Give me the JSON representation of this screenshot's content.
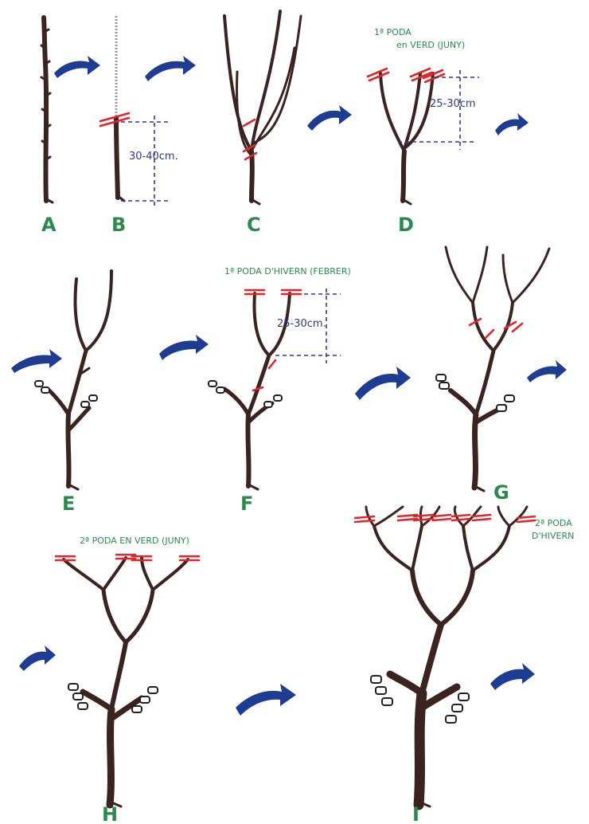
{
  "stages": [
    "A",
    "B",
    "C",
    "D",
    "E",
    "F",
    "G",
    "H",
    "I"
  ],
  "notes": {
    "d_title_1": "1ª PODA",
    "d_title_2": "en VERD (JUNY)",
    "f_title": "1ª PODA D'HIVERN (FEBRER)",
    "h_title": "2ª PODA EN VERD (JUNY)",
    "i_title_1": "2ª PODA",
    "i_title_2": "D'HIVERN"
  },
  "measurements": {
    "b": "30-40cm.",
    "d": "25-30cm",
    "f": "25-30cm."
  },
  "colors": {
    "trunk": "#3b2320",
    "cut_mark": "#e0262b",
    "measure_line": "#2c3a8c",
    "arrow": "#1f3c93",
    "label": "#2a8a4e"
  }
}
